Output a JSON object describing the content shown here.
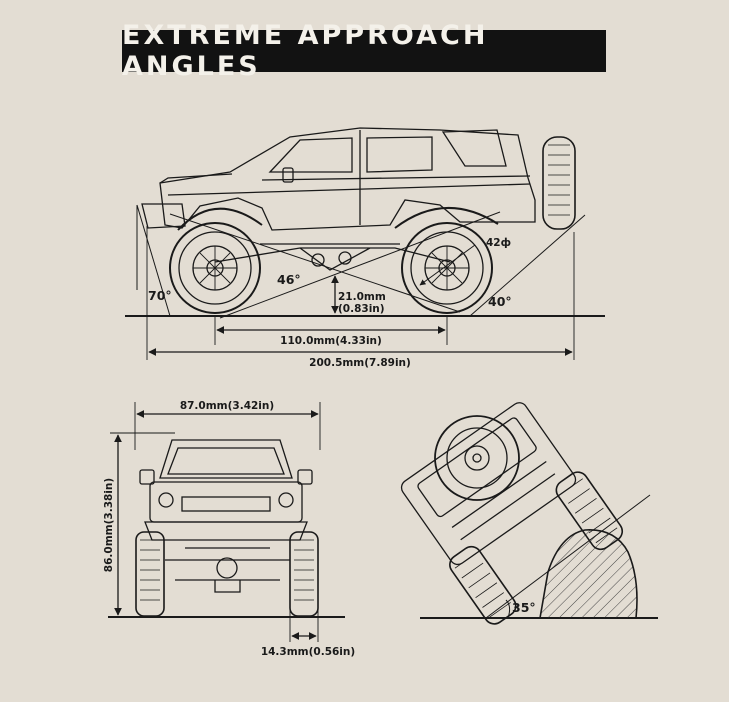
{
  "title": "EXTREME APPROACH ANGLES",
  "side_view": {
    "approach_angle": "70°",
    "departure_angle": "40°",
    "breakover_angle": "46°",
    "tire_label": "42ф",
    "ground_clearance_mm": "21.0mm",
    "ground_clearance_in": "(0.83in)",
    "wheelbase": "110.0mm(4.33in)",
    "overall_length": "200.5mm(7.89in)"
  },
  "front_view": {
    "width": "87.0mm(3.42in)",
    "height": "86.0mm(3.38in)",
    "tire_width": "14.3mm(0.56in)"
  },
  "climb_view": {
    "climb_angle": "35°"
  },
  "colors": {
    "background": "#e3ddd3",
    "ink": "#1a1a1a",
    "title_bg": "#121212"
  }
}
